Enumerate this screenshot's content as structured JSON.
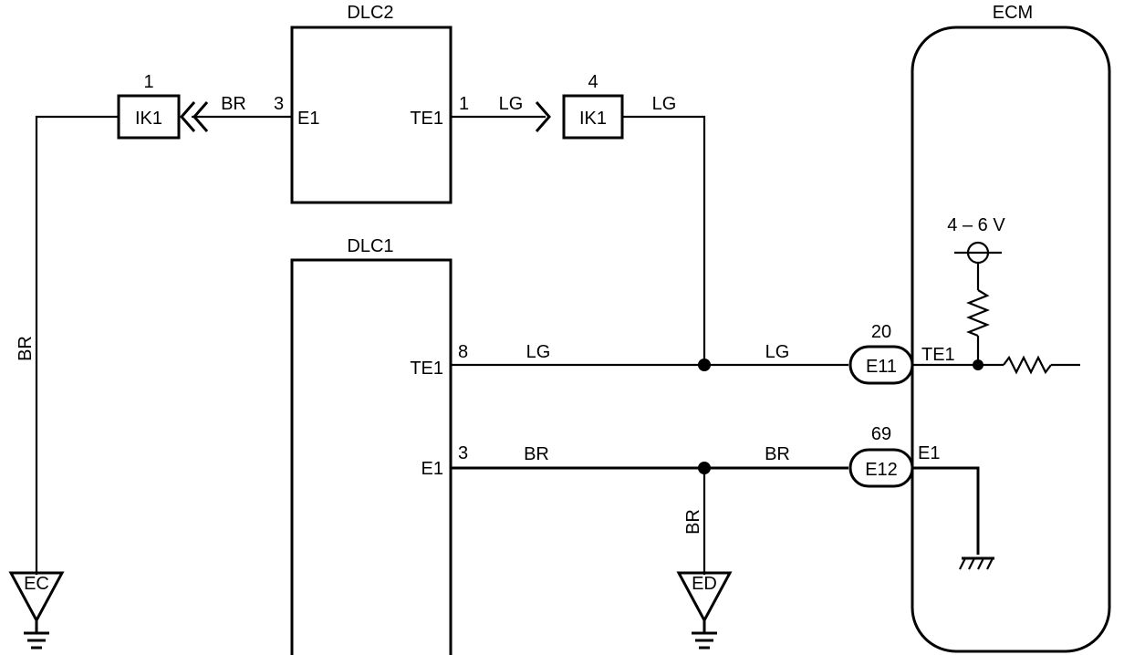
{
  "components": {
    "dlc2": {
      "title": "DLC2",
      "pin_left": "E1",
      "pin_left_no": "3",
      "pin_right": "TE1",
      "pin_right_no": "1"
    },
    "dlc1": {
      "title": "DLC1",
      "pin_te1": "TE1",
      "pin_te1_no": "8",
      "pin_e1": "E1",
      "pin_e1_no": "3"
    },
    "ecm": {
      "title": "ECM",
      "pin_te1": "TE1",
      "pin_e1": "E1",
      "voltage": "4 – 6 V"
    }
  },
  "connectors": {
    "ik1_left": {
      "label": "IK1",
      "pin": "1"
    },
    "ik1_right": {
      "label": "IK1",
      "pin": "4"
    },
    "e11": {
      "label": "E11",
      "pin": "20"
    },
    "e12": {
      "label": "E12",
      "pin": "69"
    }
  },
  "grounds": {
    "ec": {
      "label": "EC"
    },
    "ed": {
      "label": "ED"
    }
  },
  "wire_colors": {
    "br_left_top": "BR",
    "br_left_vertical": "BR",
    "lg_dlc2_out": "LG",
    "lg_ik1_out": "LG",
    "lg_dlc1": "LG",
    "lg_ecm": "LG",
    "br_dlc1": "BR",
    "br_ecm": "BR",
    "br_ed_vertical": "BR"
  }
}
